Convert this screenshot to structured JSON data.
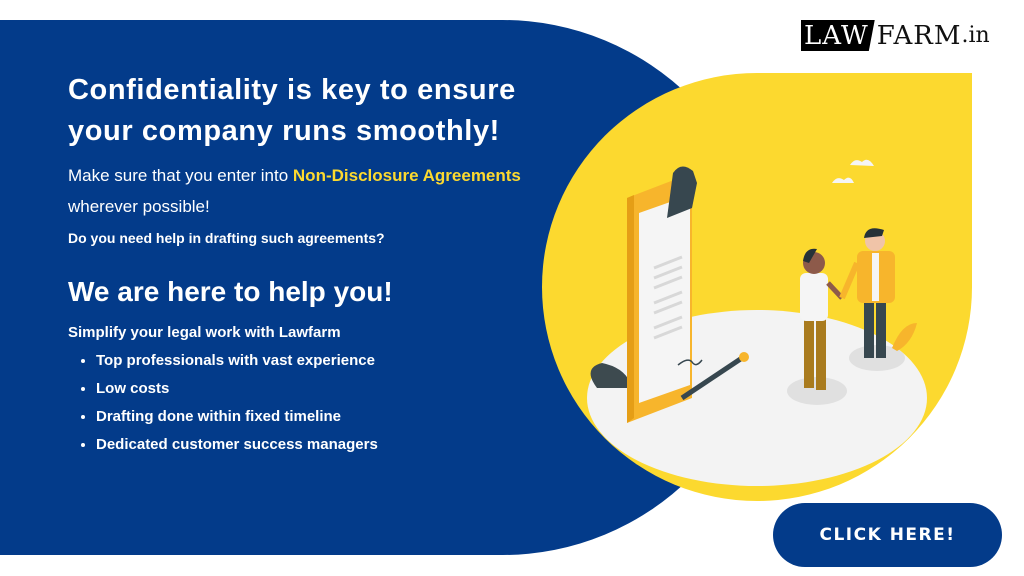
{
  "logo": {
    "part1": "LAW",
    "part2": "FARM",
    "part3": ".in"
  },
  "headline": "Confidentiality is key to ensure your company runs smoothly!",
  "intro": {
    "before": "Make sure that you enter into ",
    "highlight": "Non-Disclosure Agreements",
    "after": " wherever possible!"
  },
  "question": "Do you need help in drafting such agreements?",
  "subheadline": "We are here to help you!",
  "simplify": "Simplify your legal work with Lawfarm",
  "benefits": [
    "Top professionals with vast experience",
    "Low costs",
    "Drafting done within fixed timeline",
    "Dedicated customer success managers"
  ],
  "cta_label": "CLICK HERE!",
  "colors": {
    "navy": "#033b8a",
    "yellow": "#fcd92f",
    "white": "#ffffff"
  }
}
